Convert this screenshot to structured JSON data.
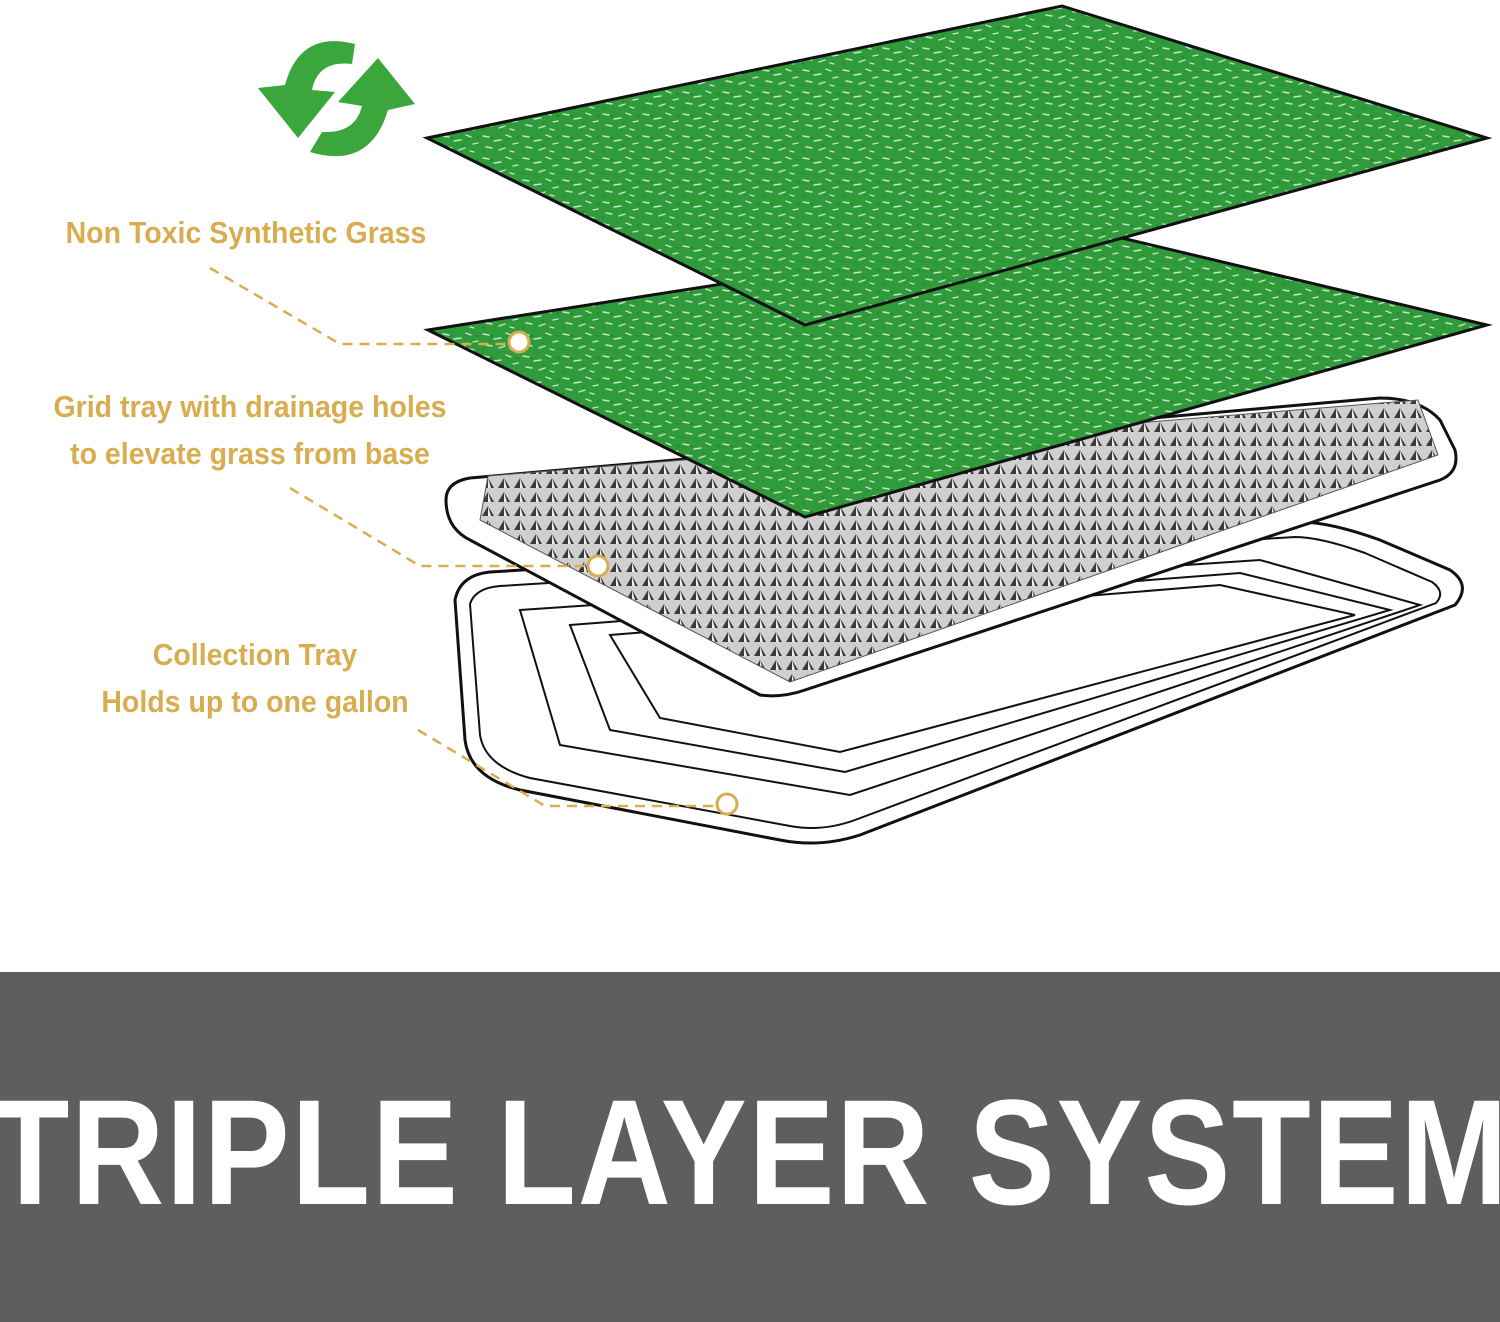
{
  "callouts": {
    "grass": "Non Toxic Synthetic Grass",
    "grid_line1": "Grid tray with drainage holes",
    "grid_line2": "to elevate grass from base",
    "tray_line1": "Collection Tray",
    "tray_line2": "Holds up to one gallon"
  },
  "banner": {
    "title": "TRIPLE LAYER SYSTEM"
  },
  "colors": {
    "callout_text": "#d8ad4f",
    "grass": "#2e9a3a",
    "recycle_icon": "#3aa63c",
    "banner_bg": "#5e5e5e",
    "banner_text": "#ffffff"
  },
  "icons": {
    "top_left": "recycle-arrows-icon"
  }
}
